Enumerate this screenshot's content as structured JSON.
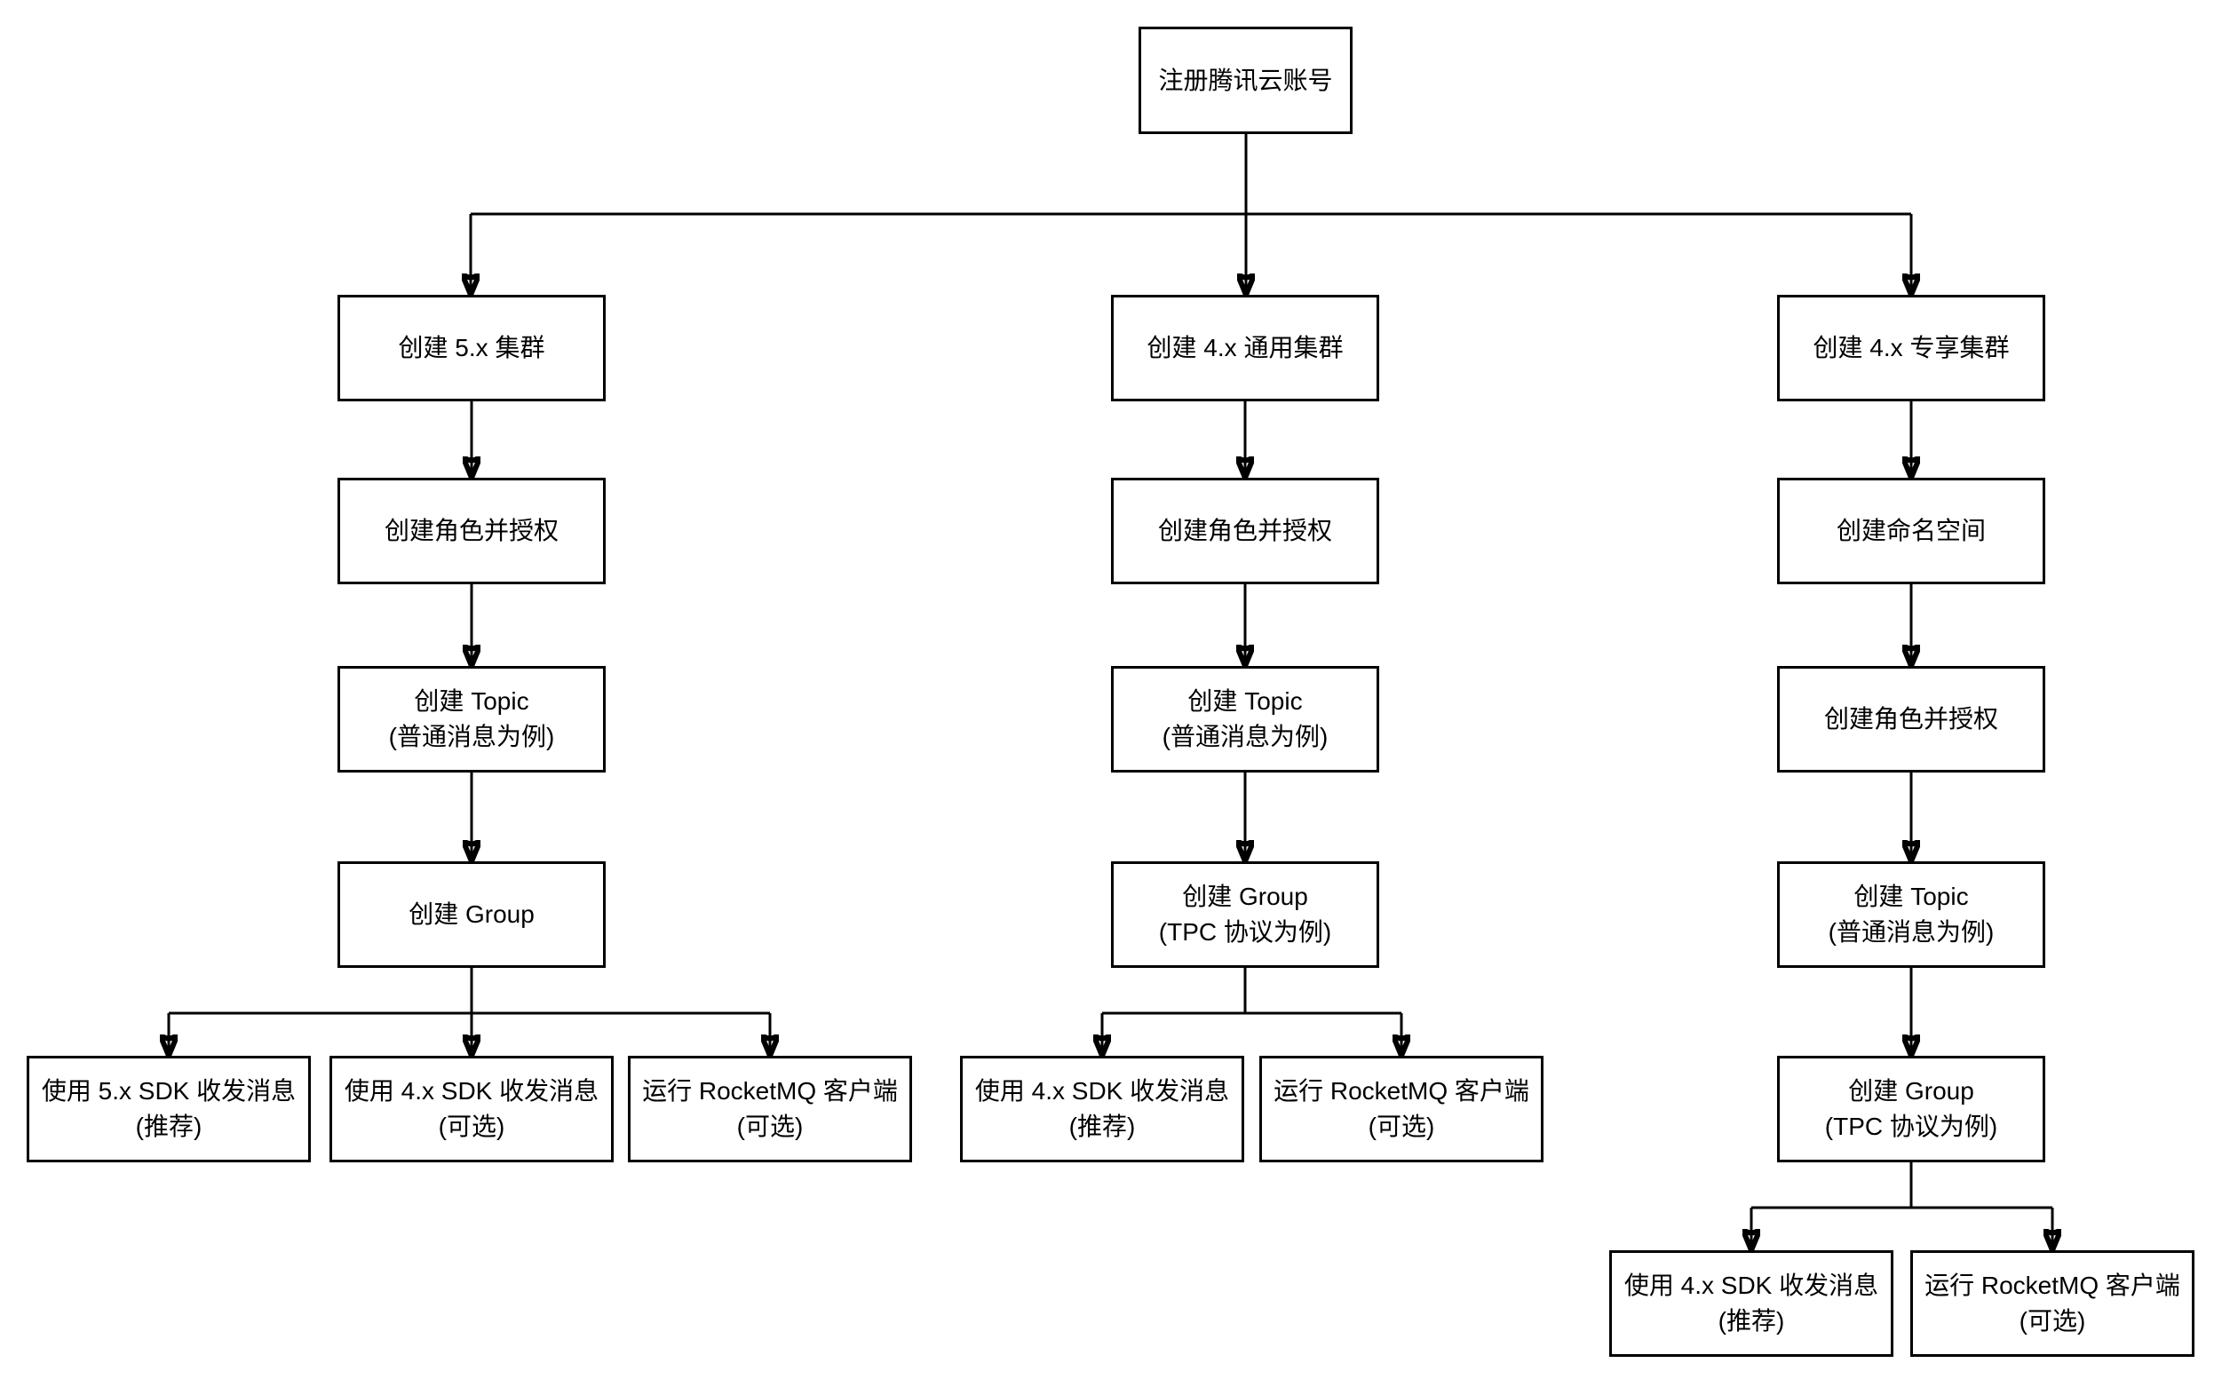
{
  "diagram": {
    "root": "注册腾讯云账号",
    "columns": [
      {
        "steps": [
          "创建 5.x 集群",
          "创建角色并授权",
          "创建 Topic\n(普通消息为例)",
          "创建 Group"
        ],
        "leaves": [
          "使用 5.x SDK 收发消息\n(推荐)",
          "使用 4.x SDK 收发消息\n(可选)",
          "运行 RocketMQ 客户端\n(可选)"
        ]
      },
      {
        "steps": [
          "创建 4.x 通用集群",
          "创建角色并授权",
          "创建 Topic\n(普通消息为例)",
          "创建 Group\n(TPC 协议为例)"
        ],
        "leaves": [
          "使用 4.x SDK 收发消息\n(推荐)",
          "运行 RocketMQ 客户端\n(可选)"
        ]
      },
      {
        "steps": [
          "创建 4.x 专享集群",
          "创建命名空间",
          "创建角色并授权",
          "创建 Topic\n(普通消息为例)",
          "创建 Group\n(TPC 协议为例)"
        ],
        "leaves": [
          "使用 4.x SDK 收发消息\n(推荐)",
          "运行 RocketMQ 客户端\n(可选)"
        ]
      }
    ],
    "colors": {
      "line": "#000000",
      "box_border": "#000000",
      "box_background": "#ffffff",
      "text": "#000000"
    }
  }
}
